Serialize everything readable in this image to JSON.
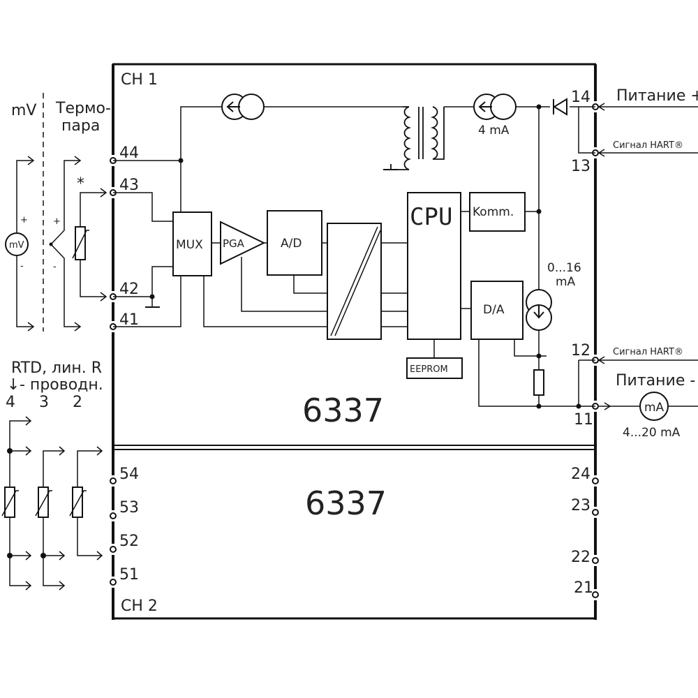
{
  "ch1": "CH 1",
  "ch2": "CH 2",
  "model_top": "6337",
  "model_bottom": "6337",
  "left": {
    "mv": "mV",
    "thermo_1": "Термо-",
    "thermo_2": "пара",
    "star": "*",
    "plus": "+",
    "minus": "-",
    "mv_meter": "mV",
    "rtd_1": "RTD, лин. R",
    "rtd_2": "- проводн.",
    "rtd_arrow": "↓",
    "wire4": "4",
    "wire3": "3",
    "wire2": "2"
  },
  "terminals_left": [
    "44",
    "43",
    "42",
    "41",
    "54",
    "53",
    "52",
    "51"
  ],
  "terminals_right": [
    "14",
    "13",
    "12",
    "11",
    "24",
    "23",
    "22",
    "21"
  ],
  "blocks": {
    "mux": "MUX",
    "pga": "PGA",
    "ad": "A/D",
    "cpu": "CPU",
    "komm": "Komm.",
    "da": "D/A",
    "eeprom": "EEPROM"
  },
  "annotations": {
    "four_ma": "4 mA",
    "range_1": "0...16",
    "range_2": "mA"
  },
  "right": {
    "power_plus": "Питание +",
    "hart_top": "Сигнал HART®",
    "hart_bottom": "Сигнал HART®",
    "power_minus": "Питание -",
    "ma_meter": "mA",
    "ma_range": "4...20 mA"
  }
}
